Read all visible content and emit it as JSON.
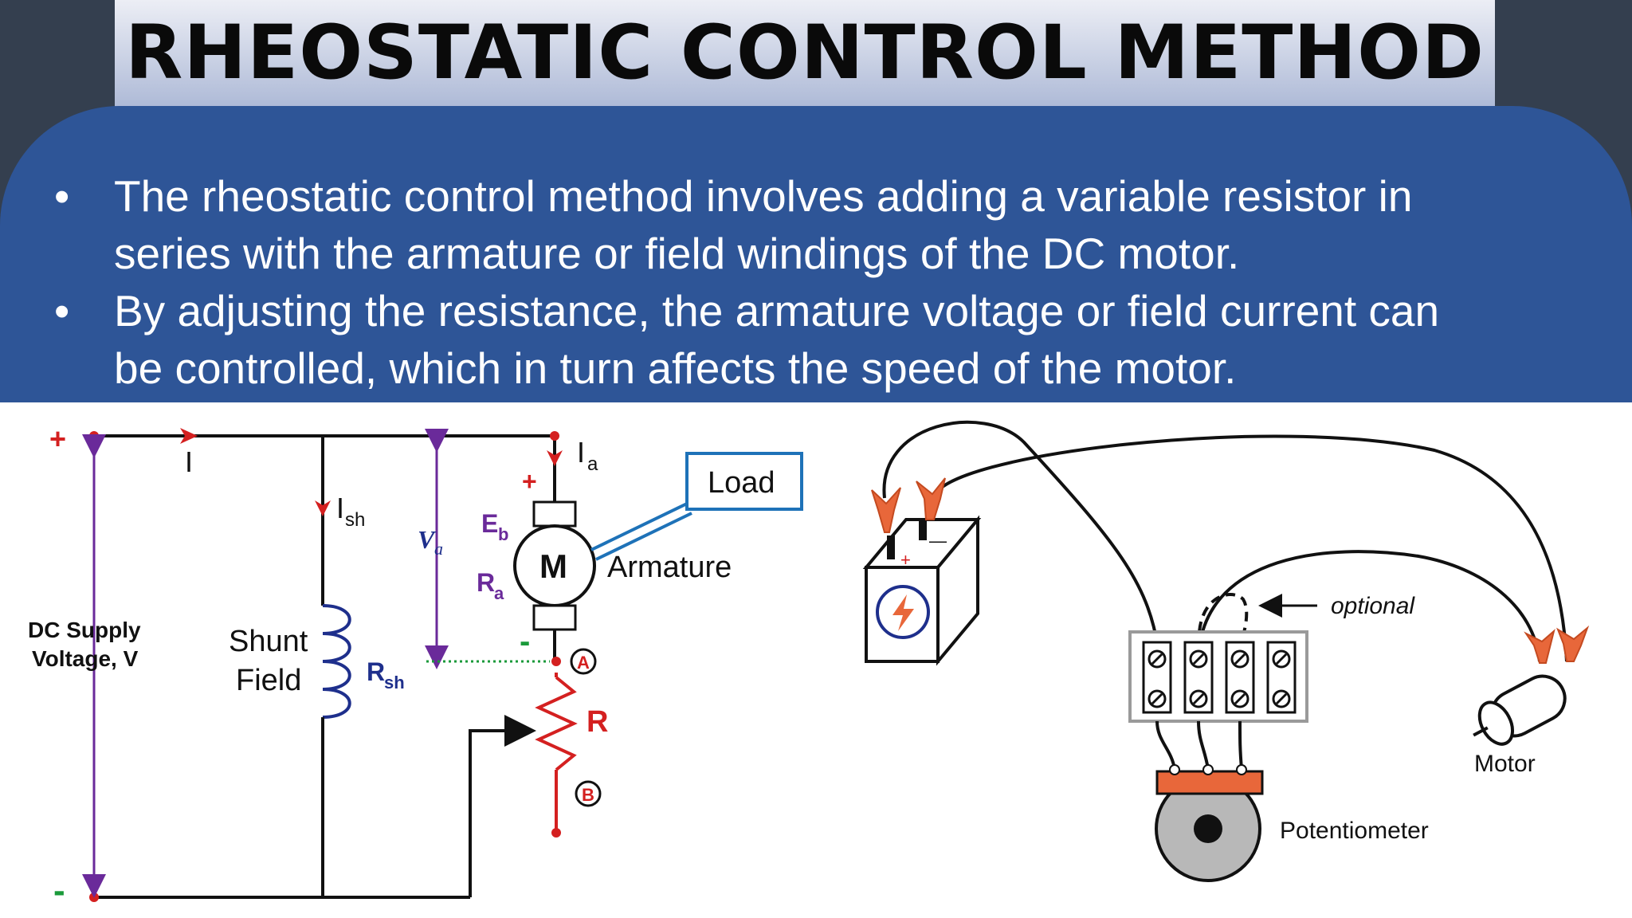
{
  "slide": {
    "title": "RHEOSTATIC CONTROL METHOD",
    "bullets": [
      {
        "line1": "The rheostatic control method involves adding a variable resistor in",
        "line2": "series with the armature or field windings of the DC motor."
      },
      {
        "line1": "By adjusting the resistance, the armature voltage or field current can",
        "line2": "be controlled, which in turn affects the speed of the motor."
      }
    ],
    "bullet_symbol": "•"
  },
  "circuit": {
    "plus": "+",
    "minus": "-",
    "current_I": "I",
    "current_Ia": "I",
    "current_Ia_sub": "a",
    "current_Ish": "I",
    "current_Ish_sub": "sh",
    "voltage_Va": "V",
    "voltage_Va_sub": "a",
    "eb": "E",
    "eb_sub": "b",
    "ra": "R",
    "ra_sub": "a",
    "motor": "M",
    "armature": "Armature",
    "load": "Load",
    "supply_line1": "DC Supply",
    "supply_line2": "Voltage, V",
    "shunt_line1": "Shunt",
    "shunt_line2": "Field",
    "rsh": "R",
    "rsh_sub": "sh",
    "resistor": "R",
    "node_a": "A",
    "node_b": "B"
  },
  "wiring": {
    "battery_plus": "+",
    "battery_minus": "—",
    "optional": "optional",
    "motor": "Motor",
    "potentiometer": "Potentiometer"
  },
  "colors": {
    "title_gradient_top": "#eceef5",
    "title_gradient_bottom": "#aebad7",
    "panel": "#2e5597",
    "background": "#343f4f",
    "wire_red": "#d42020",
    "purple": "#6a2a9a",
    "navy": "#1e2f8c",
    "load_blue": "#1e72b8",
    "green": "#1a9a3a",
    "orange": "#e8673a"
  }
}
